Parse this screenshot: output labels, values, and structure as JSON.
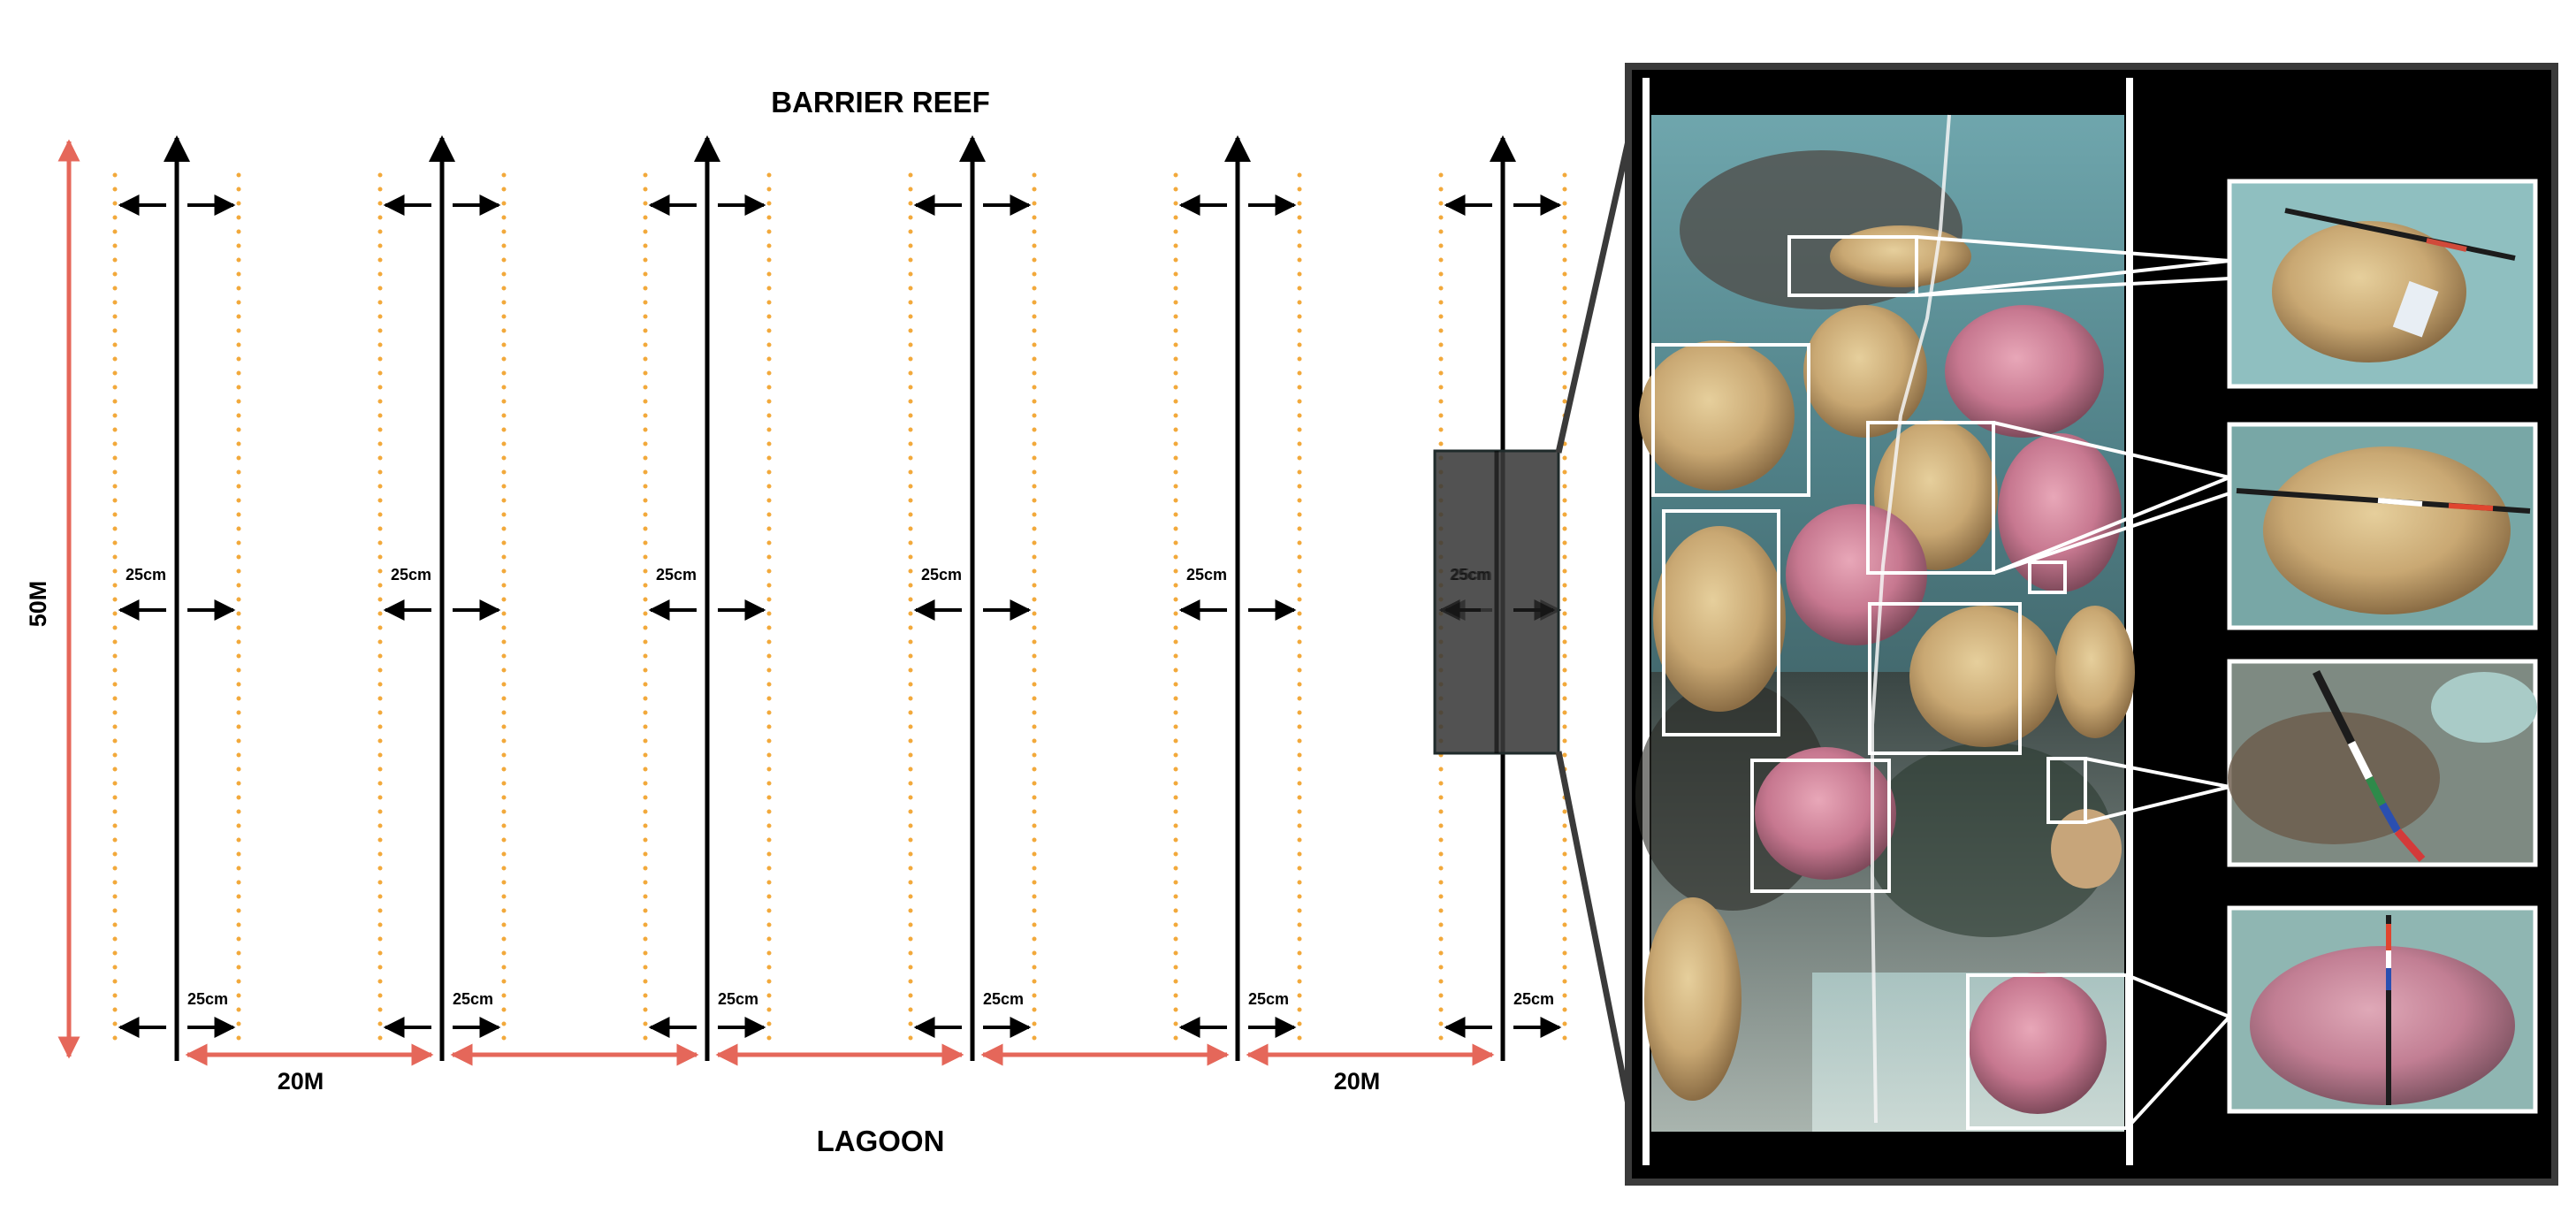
{
  "labels": {
    "top": "BARRIER REEF",
    "bottom": "LAGOON",
    "side": "50M",
    "spacing": "20M",
    "width": "25cm"
  },
  "transect_count": 6,
  "highlighted_transect": 6,
  "colors": {
    "transect": "#000000",
    "belt_boundary": "#f2a93b",
    "dimension": "#e5675a",
    "highlight_box": "#3a3a3a",
    "photo_panel_bg": "#000000",
    "photo_frame": "#ffffff"
  },
  "photo_panel": {
    "description_icons": [
      "coral-mosaic-image",
      "coral-closeup-1",
      "coral-closeup-2",
      "coral-closeup-3",
      "coral-closeup-4"
    ],
    "closeup_count": 4
  }
}
